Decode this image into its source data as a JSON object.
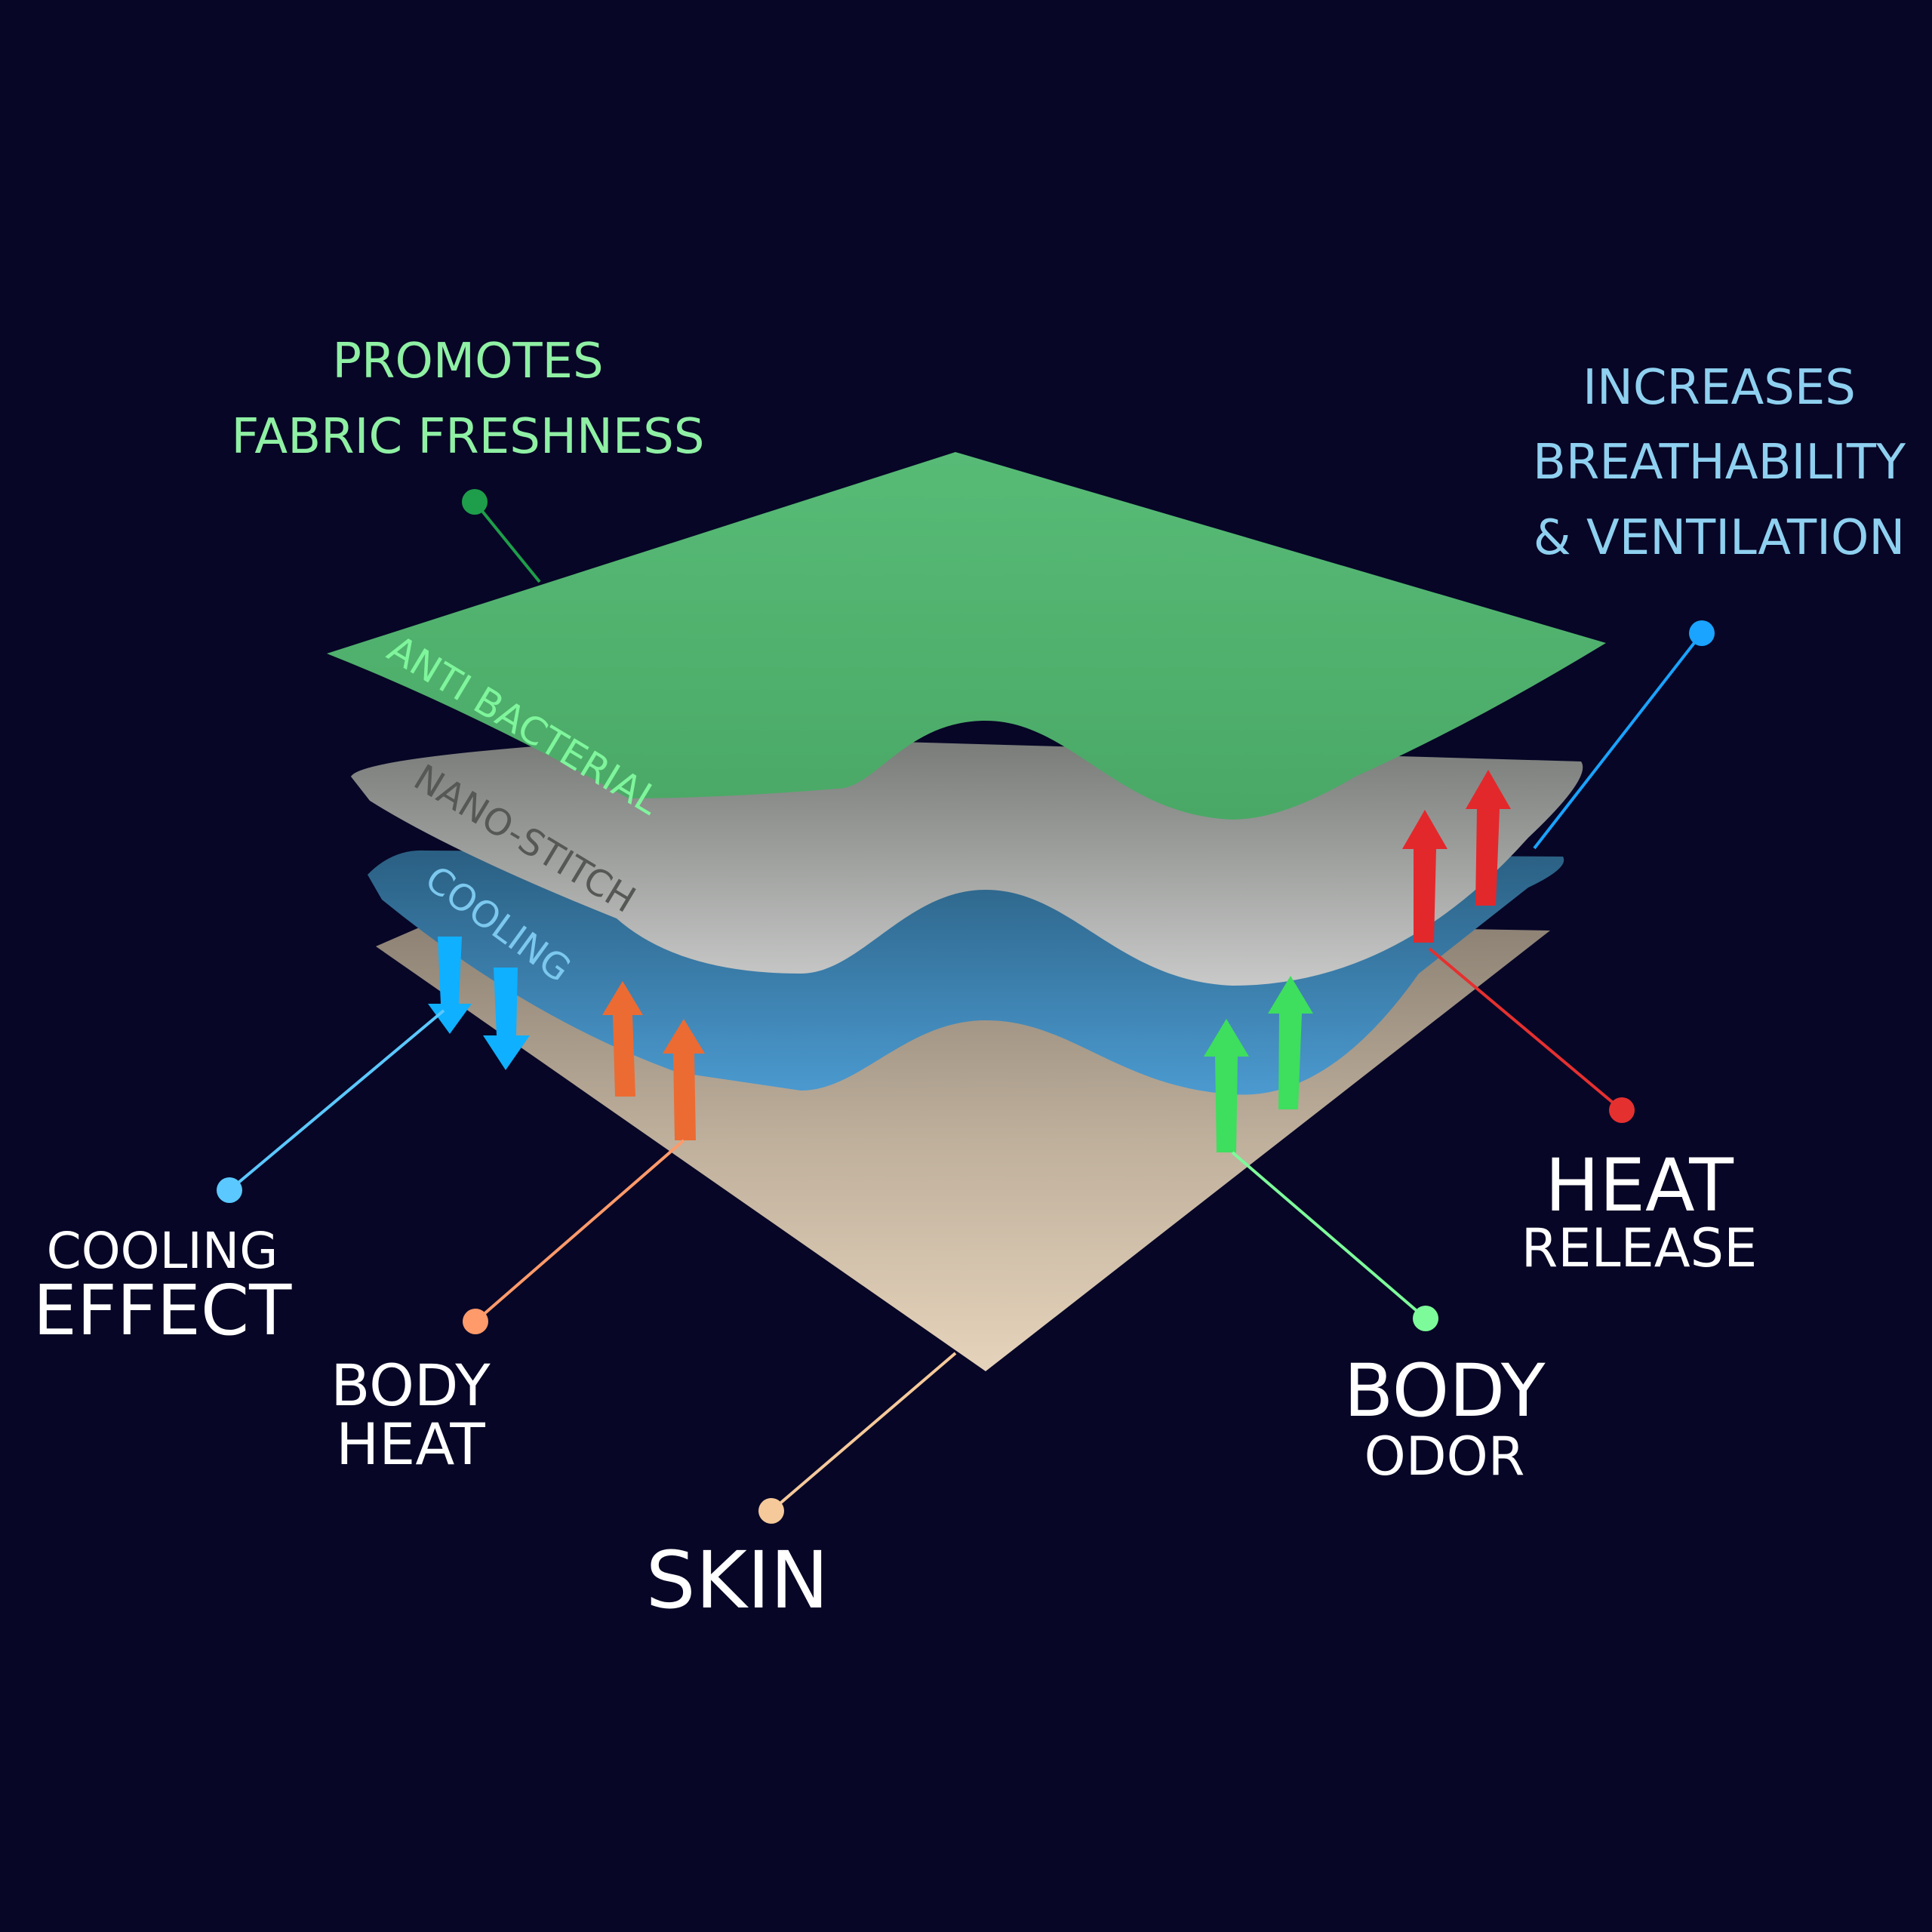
{
  "callouts": {
    "freshness": {
      "line1": "PROMOTES",
      "line2": "FABRIC FRESHNESS",
      "color": "#8ff0a4"
    },
    "breathability": {
      "line1": "INCREASES",
      "line2": "BREATHABILITY",
      "line3": "& VENTILATION",
      "color": "#8fd0f0"
    },
    "cooling_effect": {
      "line1": "COOLING",
      "line2": "EFFECT"
    },
    "body_heat": {
      "line1": "BODY",
      "line2": "HEAT"
    },
    "skin": {
      "label": "SKIN"
    },
    "body_odor": {
      "line1": "BODY",
      "line2": "ODOR"
    },
    "heat_release": {
      "line1": "HEAT",
      "line2": "RELEASE"
    }
  },
  "layers": {
    "anti_bacterial": {
      "label": "ANTI BACTERIAL",
      "color": "#55b973"
    },
    "nano_stitch": {
      "label": "NANO-STITCH",
      "color": "#9c9f9c"
    },
    "cooling": {
      "label": "COOLING",
      "color": "#3a8cc4"
    },
    "skin": {
      "color": "#e3cfb4"
    }
  },
  "colors": {
    "background": "#070626",
    "cooling_arrow": "#0fb0ff",
    "body_heat_arrow": "#ec6b32",
    "odor_arrow": "#3ede5e",
    "heat_release_arrow": "#e3282c"
  }
}
